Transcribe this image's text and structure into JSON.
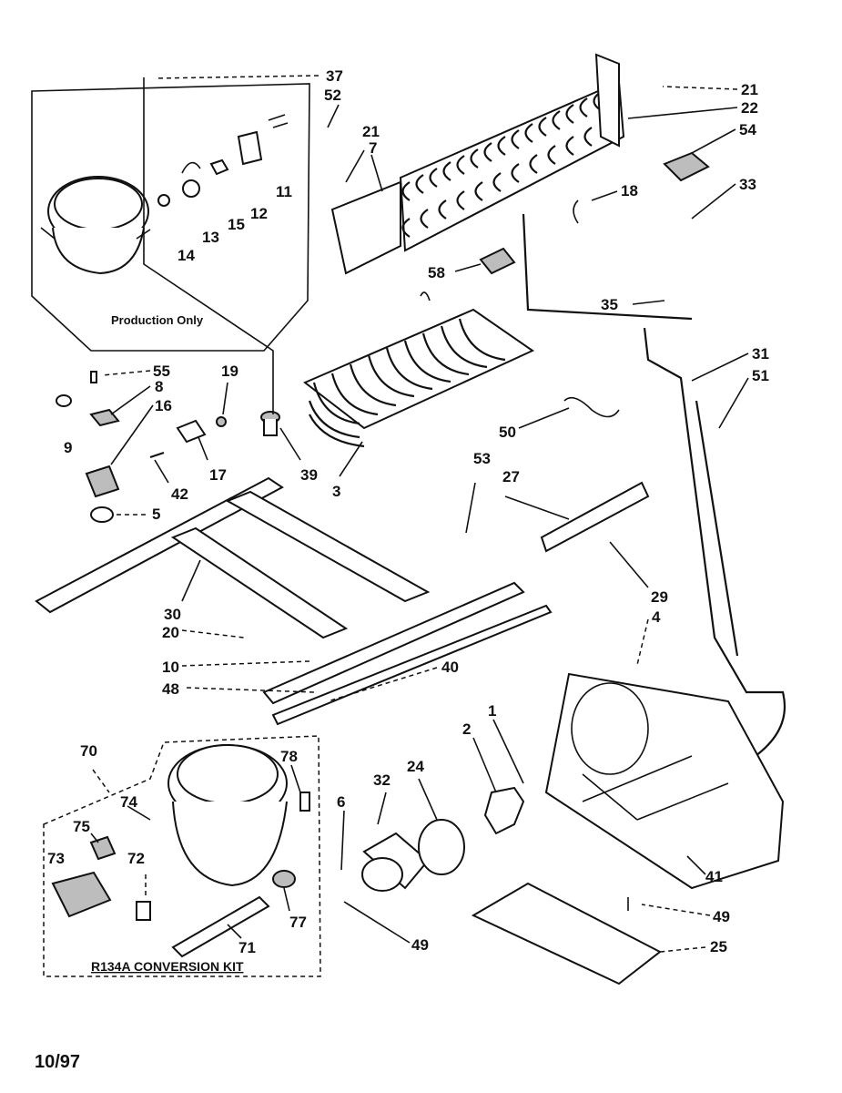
{
  "labels": {
    "l37": "37",
    "l52": "52",
    "l21a": "21",
    "l7": "7",
    "l21b": "21",
    "l22": "22",
    "l54": "54",
    "l11": "11",
    "l12": "12",
    "l15": "15",
    "l13": "13",
    "l14": "14",
    "l18": "18",
    "l33": "33",
    "l58": "58",
    "l35": "35",
    "l31": "31",
    "l51": "51",
    "l55": "55",
    "l8": "8",
    "l16": "16",
    "l9": "9",
    "l19": "19",
    "l17": "17",
    "l42": "42",
    "l39": "39",
    "l3": "3",
    "l50": "50",
    "l53": "53",
    "l27": "27",
    "l5": "5",
    "l29": "29",
    "l30": "30",
    "l20": "20",
    "l4": "4",
    "l10": "10",
    "l40": "40",
    "l48": "48",
    "l70": "70",
    "l78": "78",
    "l74": "74",
    "l75": "75",
    "l73": "73",
    "l72": "72",
    "l77": "77",
    "l71": "71",
    "l32": "32",
    "l24": "24",
    "l2": "2",
    "l1": "1",
    "l6": "6",
    "l49a": "49",
    "l49b": "49",
    "l41": "41",
    "l25": "25"
  },
  "production_box_label": "Production Only",
  "kit_label": "R134A CONVERSION KIT",
  "date": "10/97"
}
